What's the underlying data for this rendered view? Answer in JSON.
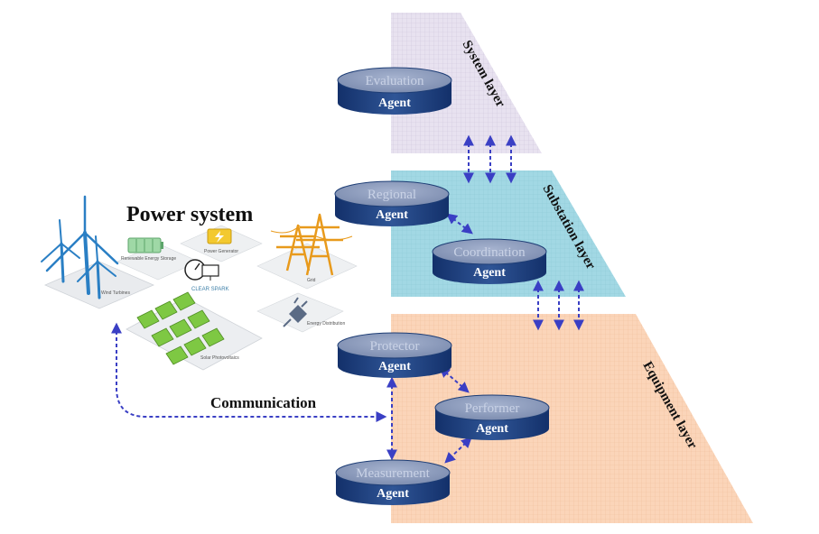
{
  "layers": {
    "system": "System layer",
    "substation": "Substation layer",
    "equipment": "Equipment layer"
  },
  "power_system": {
    "title": "Power system",
    "labels": {
      "wind": "Wind Turbines",
      "battery": "Renewable Energy Storage",
      "generator": "Power Generator",
      "grid": "Grid",
      "brand": "CLEAR SPARK",
      "distribution": "Energy Distribution",
      "solar": "Solar Photovoltaics"
    }
  },
  "communication": "Communication",
  "agents": {
    "evaluation": {
      "name": "Evaluation",
      "label": "Agent"
    },
    "regional": {
      "name": "Regional",
      "label": "Agent"
    },
    "substation": {
      "name": "Coordination",
      "label": "Agent"
    },
    "protector": {
      "name": "Protector",
      "label": "Agent"
    },
    "performer": {
      "name": "Performer",
      "label": "Agent"
    },
    "measurement": {
      "name": "Measurement",
      "label": "Agent"
    }
  },
  "colors": {
    "system_layer": "#e6e0ee",
    "substation_layer": "#9fd7e3",
    "equipment_layer": "#fad3b6",
    "disk_top": "#8f9fbf",
    "disk_side": "#1d3d75",
    "arrow": "#3a3fc4"
  },
  "icons": [
    "wind-turbine-icon",
    "battery-icon",
    "generator-icon",
    "transmission-tower-icon",
    "smart-meter-icon",
    "plug-icon",
    "solar-panel-icon"
  ]
}
